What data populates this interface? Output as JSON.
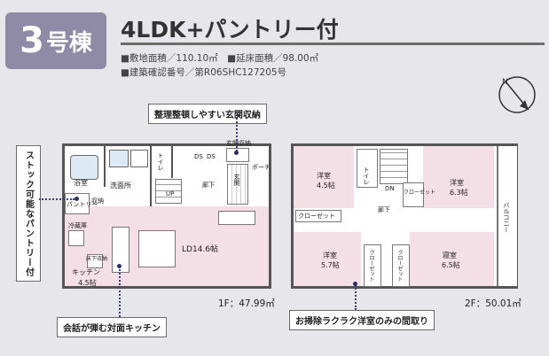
{
  "badge": {
    "number": "3",
    "suffix": "号棟"
  },
  "layout_title": "4LDK+パントリー付",
  "specs": {
    "line1": "■敷地面積／110.10㎡　■延床面積／98.00㎡",
    "line2": "■建築確認番号／第R06SHC127205号"
  },
  "compass": {
    "label": "N"
  },
  "callouts": {
    "storage": "整理整頓しやすい玄関収納",
    "pantry": "ストック可能なパントリー付",
    "kitchen": "会話が弾む対面キッチン",
    "closet": "お掃除ラクラク洋室のみの間取り"
  },
  "floor1": {
    "area": "1F：47.99㎡",
    "rooms": {
      "bath": "浴室",
      "washroom": "洗面所",
      "toilet": "トイレ",
      "ds1": "DS",
      "ds2": "DS",
      "up": "UP",
      "hall": "廊下",
      "genkan_storage": "玄関収納",
      "genkan": "玄関",
      "porch": "ポーチ",
      "pantry": "パントリー",
      "storage": "収納",
      "ld": "LD14.6帖",
      "kitchen_name": "キッチン",
      "kitchen_size": "4.5帖",
      "fridge": "冷蔵庫",
      "under_floor": "床下収納"
    }
  },
  "floor2": {
    "area": "2F：50.01㎡",
    "rooms": {
      "western1_name": "洋室",
      "western1_size": "4.5帖",
      "western2_name": "洋室",
      "western2_size": "6.3帖",
      "western3_name": "洋室",
      "western3_size": "5.7帖",
      "bedroom_name": "寝室",
      "bedroom_size": "6.5帖",
      "toilet": "トイレ",
      "dn": "DN",
      "hall": "廊下",
      "closet1": "クローゼット",
      "closet2": "クローゼット",
      "closet3": "クローゼット",
      "closet4": "クローゼット",
      "balcony": "バルコニー"
    }
  }
}
